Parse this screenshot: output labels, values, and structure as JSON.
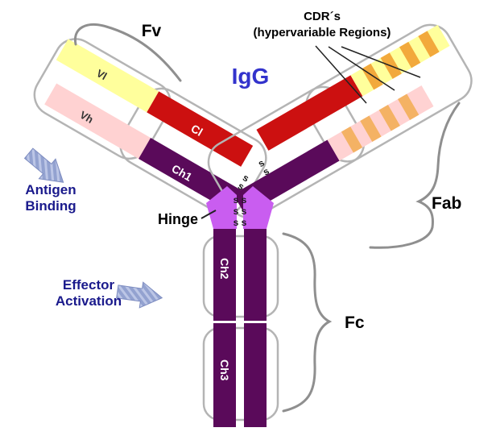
{
  "title": {
    "text": "IgG",
    "color": "#3333cc"
  },
  "labels": {
    "fv": "Fv",
    "cdr_line1": "CDR´s",
    "cdr_line2": "(hypervariable Regions)",
    "hinge": "Hinge",
    "fab": "Fab",
    "fc": "Fc",
    "antigen_line1": "Antigen",
    "antigen_line2": "Binding",
    "effector_line1": "Effector",
    "effector_line2": "Activation"
  },
  "domains": {
    "vl": "Vl",
    "vh": "Vh",
    "cl": "Cl",
    "ch1": "Ch1",
    "ch2": "Ch2",
    "ch3": "Ch3"
  },
  "bonds": {
    "disulfide": "s",
    "pair": "s s"
  },
  "colors": {
    "vl_yellow": "#ffff9c",
    "vh_pink": "#ffd2d2",
    "cl_red": "#cc1010",
    "heavy_chain_purple": "#5a0a5a",
    "hinge_violet": "#c95df0",
    "cdr_stripe_yellow": "#f2a93c",
    "cdr_stripe_pink": "#f4b264",
    "arrow_blue": "#93a2d0",
    "brace_gray": "#8f8f8f",
    "domain_outline_gray": "#b4b4b4",
    "label_navy": "#1a1a8c",
    "title_blue": "#3333cc"
  }
}
